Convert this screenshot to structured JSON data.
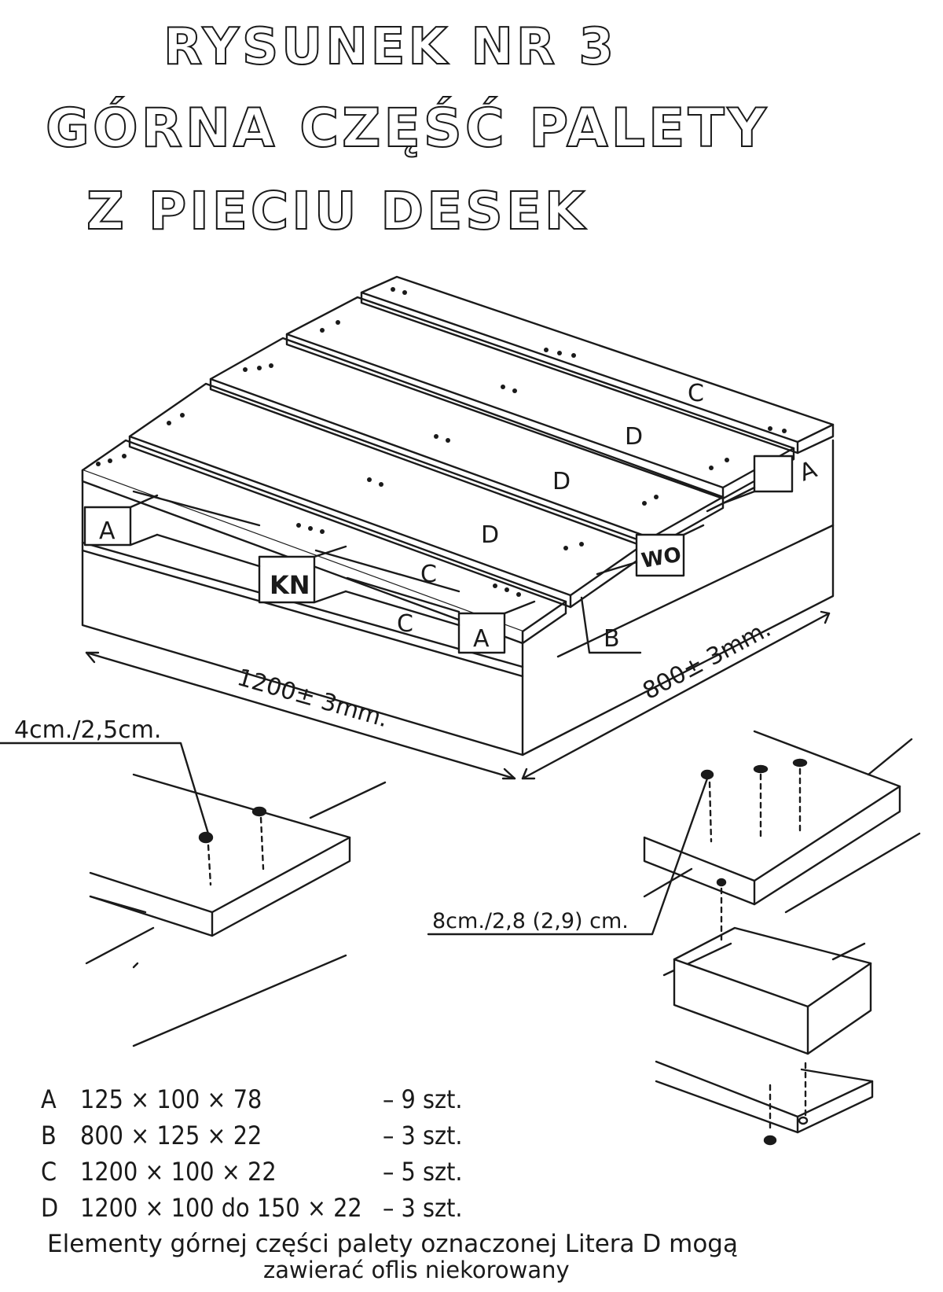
{
  "title": {
    "line1": "RYSUNEK NR 3",
    "line2": "GÓRNA CZĘŚĆ PALETY",
    "line3": "Z PIECIU DESEK"
  },
  "pallet_labels": {
    "board_c_top": "C",
    "board_d_1": "D",
    "board_d_2": "D",
    "board_d_3": "D",
    "board_c_front": "C",
    "board_c_lower": "C",
    "block_a_left": "A",
    "block_a_front": "A",
    "block_a_right": "A",
    "block_kn": "KN",
    "block_wo": "WO",
    "board_b": "B"
  },
  "dimensions": {
    "length": "1200± 3mm.",
    "width": "800± 3mm."
  },
  "nail_details": {
    "left": "4cm./2,5cm.",
    "right": "8cm./2,8 (2,9) cm."
  },
  "parts_list": [
    {
      "letter": "A",
      "dims": "125 × 100 × 78",
      "qty": "– 9 szt."
    },
    {
      "letter": "B",
      "dims": "800 × 125 × 22",
      "qty": "– 3 szt."
    },
    {
      "letter": "C",
      "dims": "1200 × 100 × 22",
      "qty": "– 5 szt."
    },
    {
      "letter": "D",
      "dims": "1200 × 100 do 150 × 22",
      "qty": "– 3 szt."
    }
  ],
  "note": {
    "line1": "Elementy górnej części palety oznaczonej Litera D mogą",
    "line2": "zawierać oflis niekorowany"
  }
}
